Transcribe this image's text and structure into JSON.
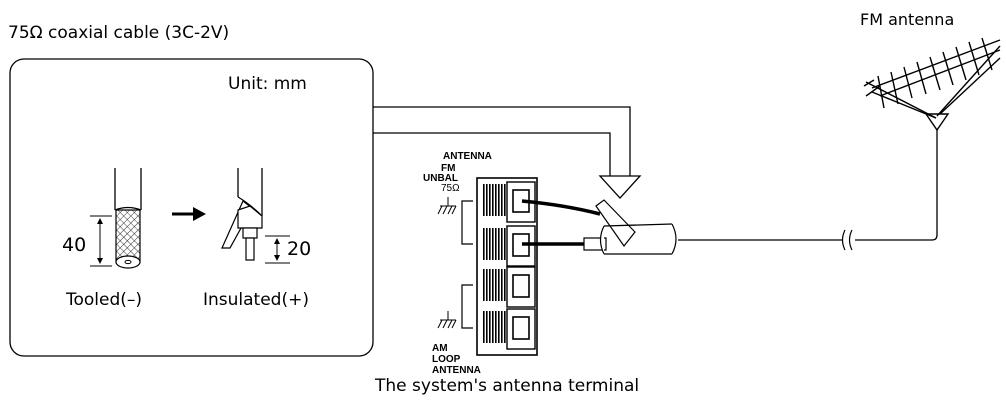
{
  "labels": {
    "cable_title": "75Ω coaxial cable (3C-2V)",
    "fm_antenna": "FM antenna",
    "unit": "Unit: mm",
    "dim_40": "40",
    "dim_20": "20",
    "tooled": "Tooled(–)",
    "insulated": "Insulated(+)",
    "terminal_caption": "The system's antenna terminal"
  },
  "terminal": {
    "antenna": "ANTENNA",
    "fm": "FM",
    "unbal": "UNBAL",
    "ohm": "75Ω",
    "am": "AM",
    "loop": "LOOP",
    "loop_antenna": "ANTENNA"
  },
  "colors": {
    "ink": "#000000",
    "background": "#ffffff"
  }
}
